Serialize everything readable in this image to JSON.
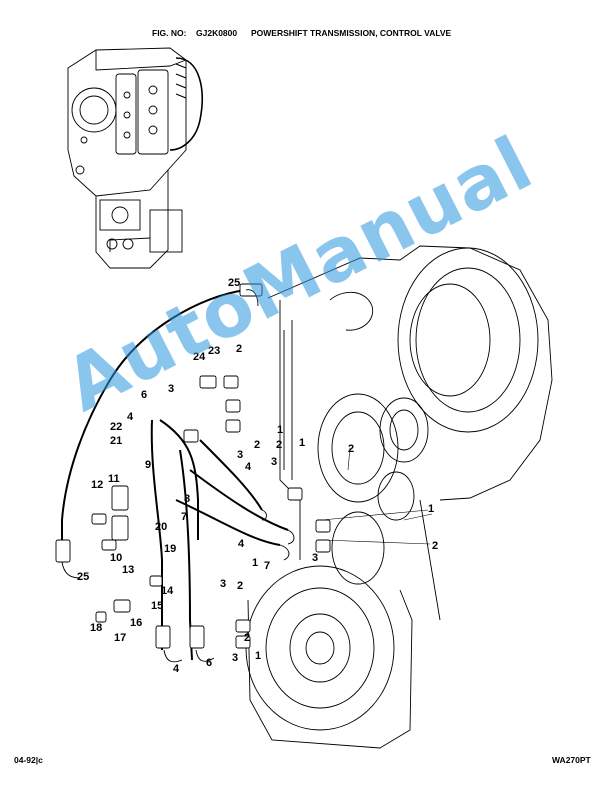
{
  "header": {
    "fig_label": "FIG. NO:",
    "fig_number": "GJ2K0800",
    "fig_title": "POWERSHIFT TRANSMISSION, CONTROL VALVE"
  },
  "callouts": [
    {
      "id": "c25a",
      "text": "25"
    },
    {
      "id": "c23",
      "text": "23"
    },
    {
      "id": "c2a",
      "text": "2"
    },
    {
      "id": "c24",
      "text": "24"
    },
    {
      "id": "c3a",
      "text": "3"
    },
    {
      "id": "c6a",
      "text": "6"
    },
    {
      "id": "c4a",
      "text": "4"
    },
    {
      "id": "c22",
      "text": "22"
    },
    {
      "id": "c21",
      "text": "21"
    },
    {
      "id": "c1a",
      "text": "1"
    },
    {
      "id": "c1b",
      "text": "1"
    },
    {
      "id": "c2b",
      "text": "2"
    },
    {
      "id": "c2c",
      "text": "2"
    },
    {
      "id": "c2d",
      "text": "2"
    },
    {
      "id": "c3b",
      "text": "3"
    },
    {
      "id": "c4b",
      "text": "4"
    },
    {
      "id": "c3c",
      "text": "3"
    },
    {
      "id": "c9",
      "text": "9"
    },
    {
      "id": "c11",
      "text": "11"
    },
    {
      "id": "c12",
      "text": "12"
    },
    {
      "id": "c8",
      "text": "8"
    },
    {
      "id": "c7a",
      "text": "7"
    },
    {
      "id": "c20",
      "text": "20"
    },
    {
      "id": "c1c",
      "text": "1"
    },
    {
      "id": "c19",
      "text": "19"
    },
    {
      "id": "c4c",
      "text": "4"
    },
    {
      "id": "c10",
      "text": "10"
    },
    {
      "id": "c1d",
      "text": "1"
    },
    {
      "id": "c7b",
      "text": "7"
    },
    {
      "id": "c3d",
      "text": "3"
    },
    {
      "id": "c2e",
      "text": "2"
    },
    {
      "id": "c13",
      "text": "13"
    },
    {
      "id": "c25b",
      "text": "25"
    },
    {
      "id": "c14",
      "text": "14"
    },
    {
      "id": "c3e",
      "text": "3"
    },
    {
      "id": "c2f",
      "text": "2"
    },
    {
      "id": "c15",
      "text": "15"
    },
    {
      "id": "c18",
      "text": "18"
    },
    {
      "id": "c16",
      "text": "16"
    },
    {
      "id": "c17",
      "text": "17"
    },
    {
      "id": "c2g",
      "text": "2"
    },
    {
      "id": "c3f",
      "text": "3"
    },
    {
      "id": "c1e",
      "text": "1"
    },
    {
      "id": "c4d",
      "text": "4"
    },
    {
      "id": "c6b",
      "text": "6"
    }
  ],
  "watermark": "AutoManual",
  "footer": {
    "left": "04-92|c",
    "right": "WA270PT"
  }
}
